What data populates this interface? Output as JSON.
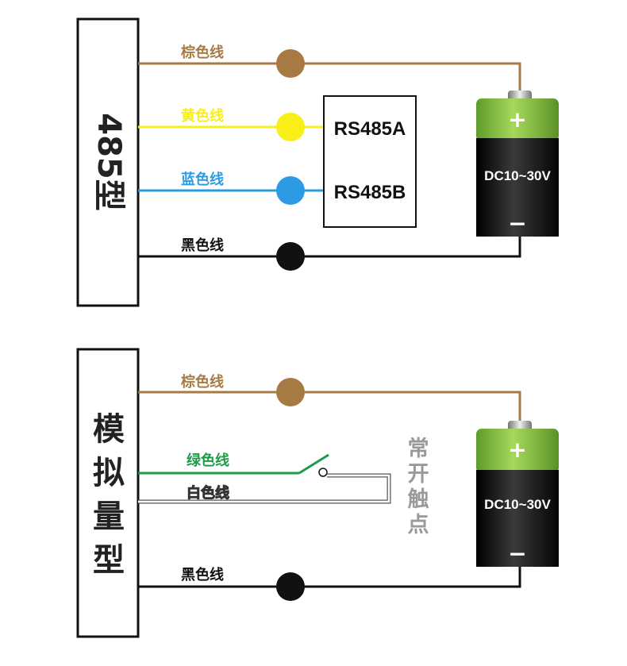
{
  "colors": {
    "brown": "#a77a43",
    "yellow": "#f7ef16",
    "blue": "#2c9be3",
    "black": "#111111",
    "green": "#1f9a48",
    "white_wire": "#ffffff",
    "battery_green": "#86c440",
    "battery_black": "#1c1c1c",
    "contact_gray": "#9a9a9a"
  },
  "top": {
    "module_label": "485型",
    "wires": {
      "brown": "棕色线",
      "yellow": "黄色线",
      "blue": "蓝色线",
      "black": "黑色线"
    },
    "rs_box": {
      "a": "RS485A",
      "b": "RS485B"
    },
    "battery": {
      "label": "DC10~30V",
      "plus": "+",
      "minus": "−"
    }
  },
  "bottom": {
    "module_label": [
      "模",
      "拟",
      "量",
      "型"
    ],
    "wires": {
      "brown": "棕色线",
      "green": "绿色线",
      "white": "白色线",
      "black": "黑色线"
    },
    "contact_label": [
      "常",
      "开",
      "触",
      "点"
    ],
    "battery": {
      "label": "DC10~30V",
      "plus": "+",
      "minus": "−"
    }
  }
}
